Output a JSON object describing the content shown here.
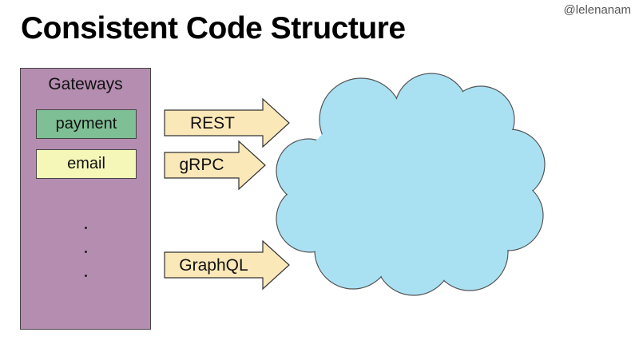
{
  "handle": "@lelenanam",
  "title": "Consistent Code Structure",
  "panel": {
    "title": "Gateways",
    "items": [
      "payment",
      "email"
    ],
    "ellipsis": "⋮"
  },
  "arrows": [
    {
      "label": "REST"
    },
    {
      "label": "gRPC"
    },
    {
      "label": "GraphQL"
    }
  ],
  "colors": {
    "panel": "#b58db1",
    "payment": "#7fbf95",
    "email": "#f5f7b8",
    "arrow": "#fbe8b8",
    "cloud": "#a9e1f3"
  }
}
